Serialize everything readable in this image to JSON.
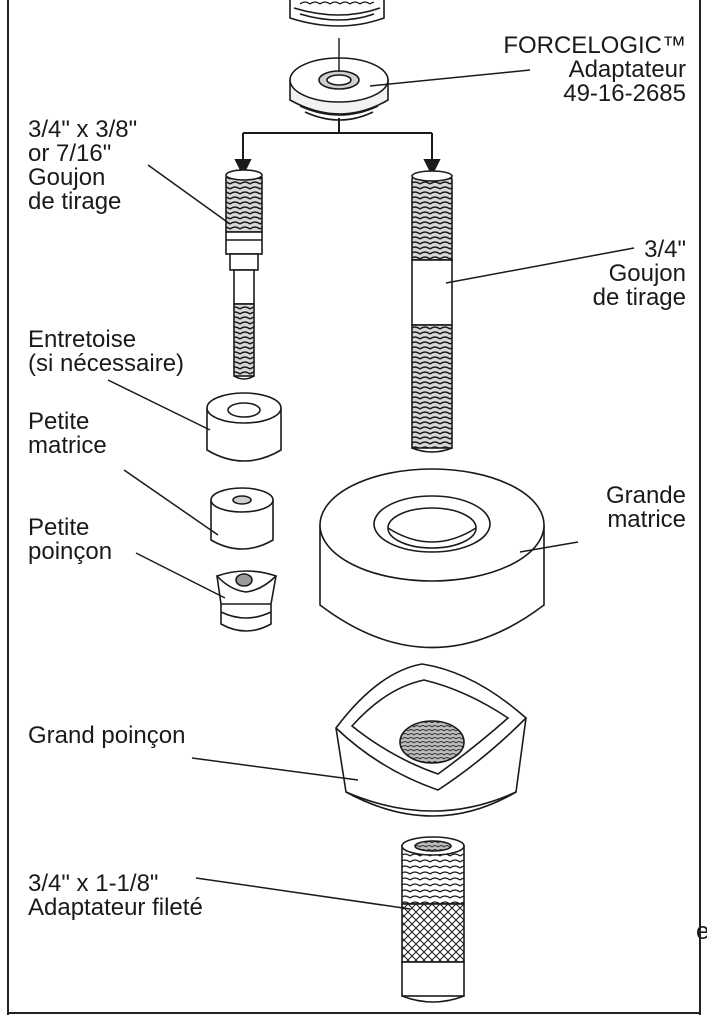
{
  "labels": {
    "adapter": [
      "FORCELOGIC™",
      "Adaptateur",
      "49-16-2685"
    ],
    "small_draw_stud": [
      "3/4\" x 3/8\"",
      "or 7/16\"",
      "Goujon",
      "de tirage"
    ],
    "large_draw_stud": [
      "3/4\"",
      "Goujon",
      "de tirage"
    ],
    "spacer": [
      "Entretoise",
      "(si nécessaire)"
    ],
    "small_die": [
      "Petite",
      "matrice"
    ],
    "small_punch": [
      "Petite",
      "poinçon"
    ],
    "large_die": [
      "Grande",
      "matrice"
    ],
    "large_punch": [
      "Grand poinçon"
    ],
    "threaded_adapter": [
      "3/4\" x 1-1/8\"",
      "Adaptateur fileté"
    ],
    "stray_glyph": "e"
  },
  "colors": {
    "line": "#1a1a1a",
    "fill": "#ffffff",
    "shade": "#9a9a9a",
    "frame": "#222222"
  }
}
